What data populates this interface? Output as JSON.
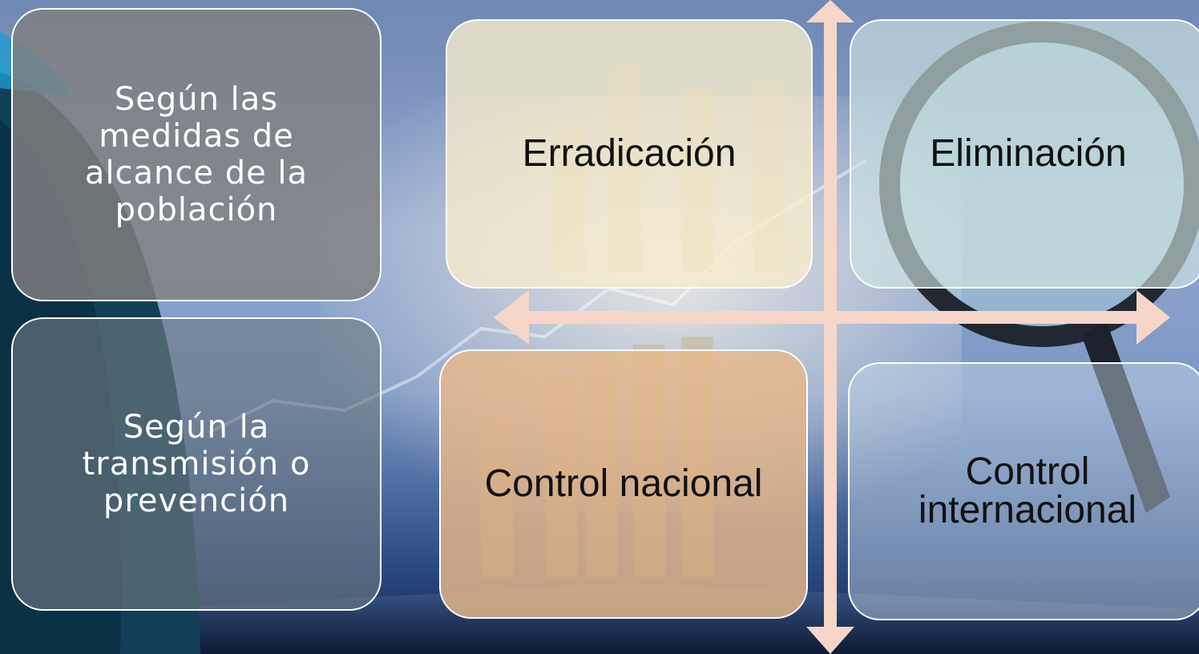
{
  "left_boxes": {
    "top_label": "Según las medidas de alcance de la población",
    "bottom_label": "Según la transmisión o prevención"
  },
  "quadrants": {
    "top_left": "Erradicación",
    "top_right": "Eliminación",
    "bottom_left": "Control nacional",
    "bottom_right": "Control internacional"
  },
  "colors": {
    "arrow": "#f6d6c8",
    "left_box_top": "#808080",
    "left_box_bottom": "#6e7a82",
    "quad_top_left": "#f7eccc",
    "quad_top_right": "#d2e8e4",
    "quad_bottom_left": "#e8b88a",
    "quad_bottom_right": "#c8dae8"
  }
}
